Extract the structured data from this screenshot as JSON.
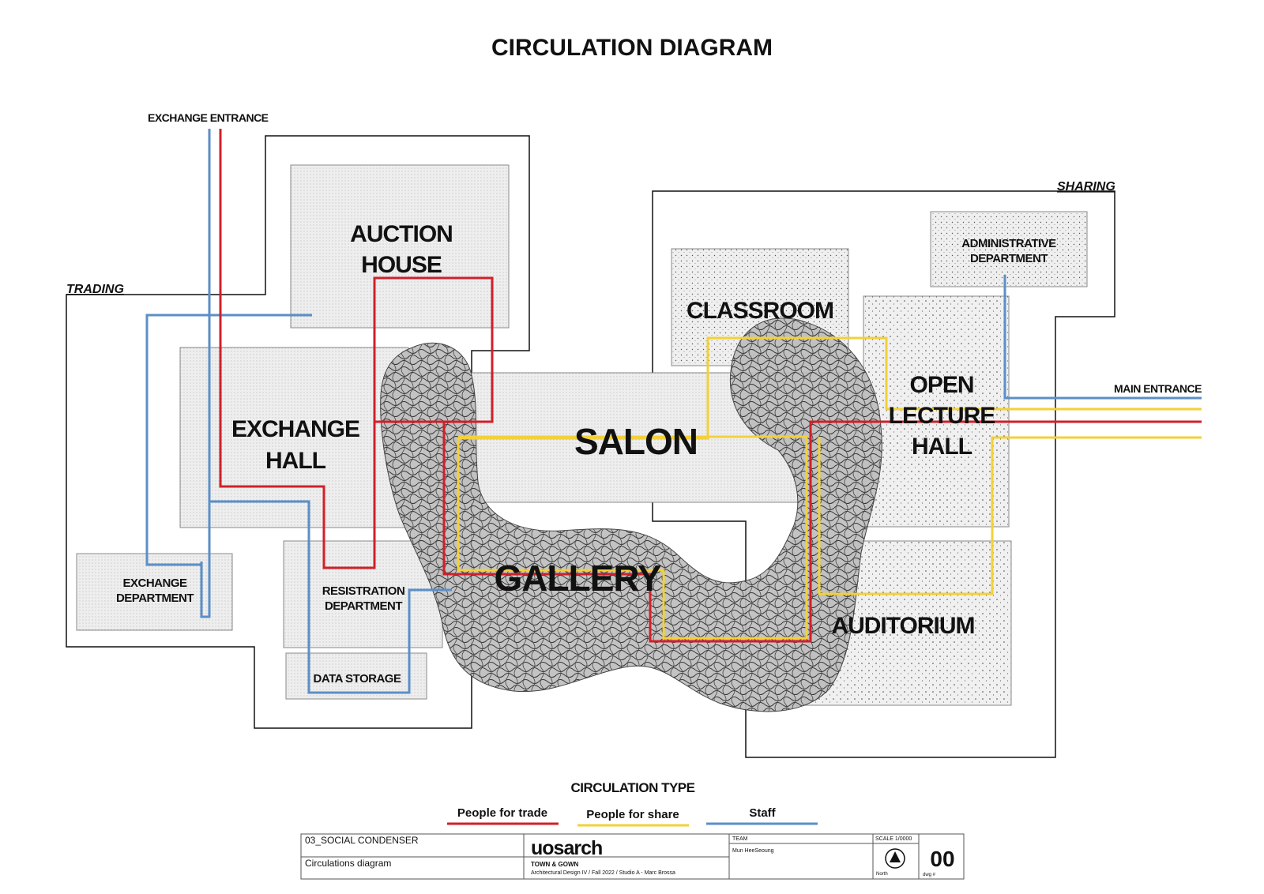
{
  "title": "CIRCULATION DIAGRAM",
  "zones": {
    "trading": "TRADING",
    "sharing": "SHARING"
  },
  "entrances": {
    "exchange": "EXCHANGE ENTRANCE",
    "main": "MAIN ENTRANCE"
  },
  "rooms": {
    "auction_house": [
      "AUCTION",
      "HOUSE"
    ],
    "exchange_hall": [
      "EXCHANGE",
      "HALL"
    ],
    "exchange_department": [
      "EXCHANGE",
      "DEPARTMENT"
    ],
    "registration_department": [
      "RESISTRATION",
      "DEPARTMENT"
    ],
    "data_storage": "DATA STORAGE",
    "salon": "SALON",
    "gallery": "GALLERY",
    "classroom": "CLASSROOM",
    "administrative_department": [
      "ADMINISTRATIVE",
      "DEPARTMENT"
    ],
    "open_lecture_hall": [
      "OPEN",
      "LECTURE",
      "HALL"
    ],
    "auditorium": "AUDITORIUM"
  },
  "legend": {
    "title": "CIRCULATION TYPE",
    "items": [
      {
        "label": "People for trade",
        "color": "#d0202a"
      },
      {
        "label": "People for share",
        "color": "#f2d13a"
      },
      {
        "label": "Staff",
        "color": "#5b8fc7"
      }
    ]
  },
  "colors": {
    "trade": "#d0202a",
    "share": "#f2d13a",
    "staff": "#5b8fc7"
  },
  "title_block": {
    "project": "03_SOCIAL CONDENSER",
    "drawing": "Circulations diagram",
    "logo": "uosarch",
    "course_line1": "TOWN & GOWN",
    "course_line2": "Architectural Design IV / Fall 2022 /  Studio A - Marc Brossa",
    "team_label": "TEAM",
    "team_member": "Mun HeeSeoung",
    "scale": "SCALE 1/0000",
    "north": "North",
    "dwg_label": "dwg #",
    "dwg_number": "00"
  }
}
